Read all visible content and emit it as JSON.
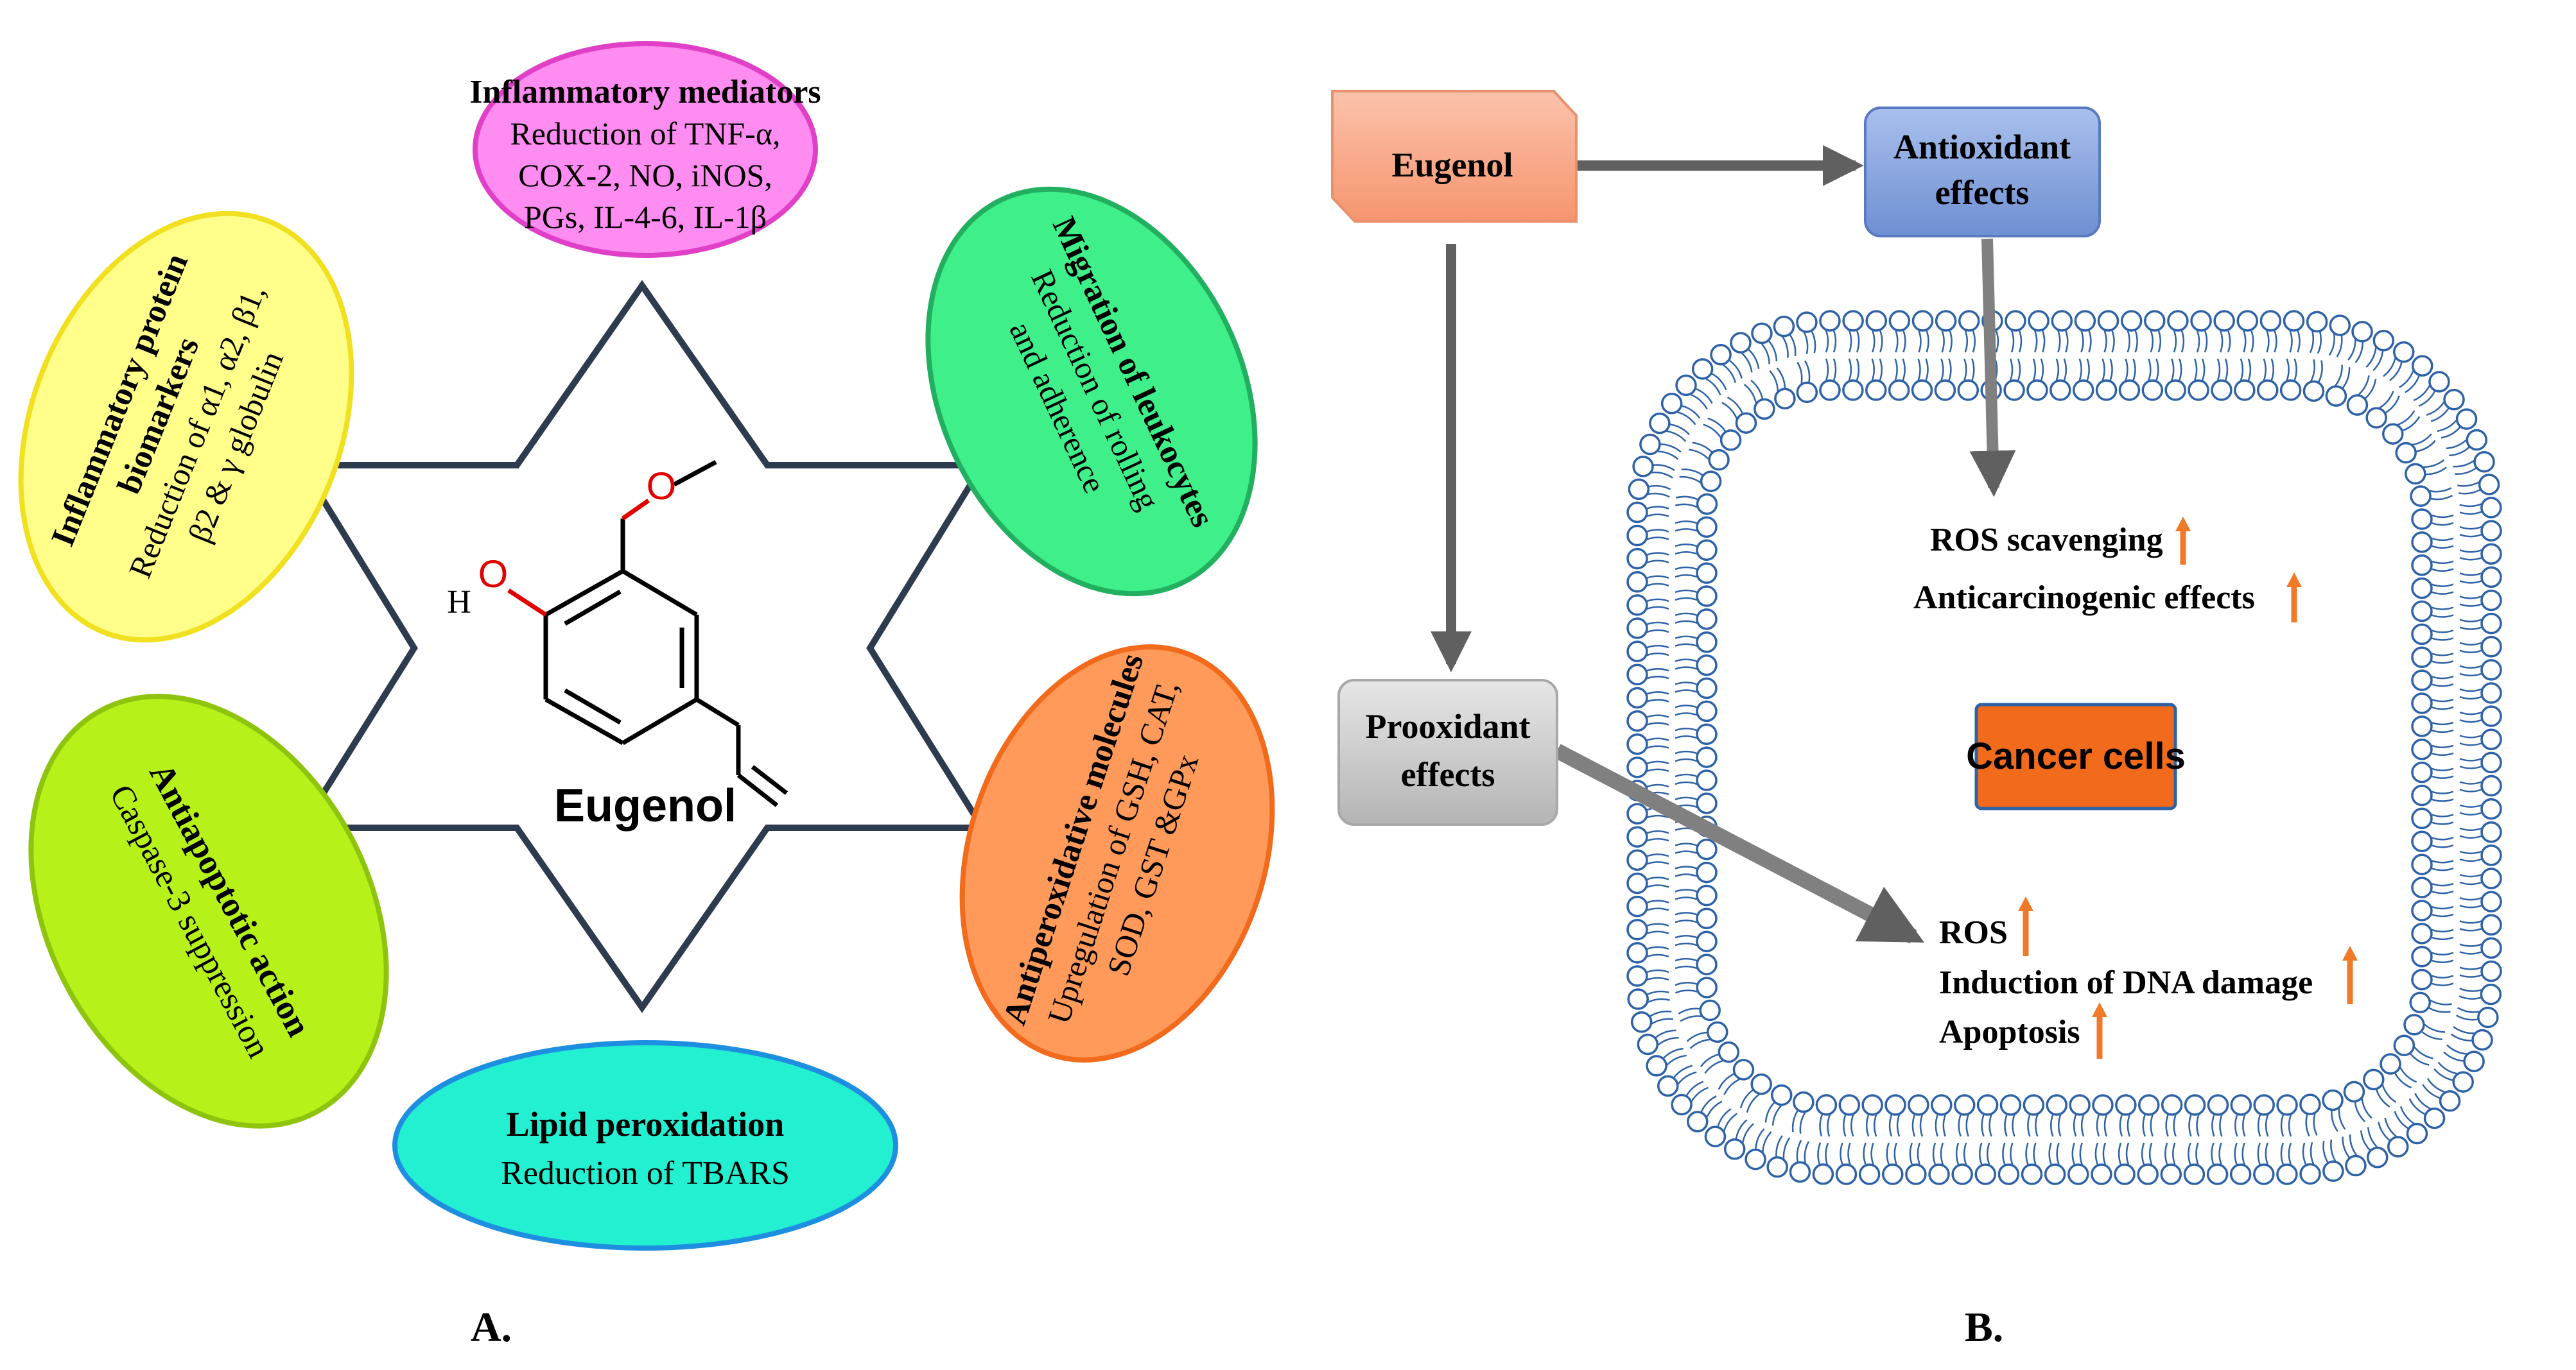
{
  "panel_a": {
    "label": "A.",
    "center": {
      "atom_h": "H",
      "name": "Eugenol"
    },
    "ellipses": [
      {
        "title": "Inflammatory mediators",
        "lines": [
          "Reduction of TNF-α,",
          "COX-2, NO, iNOS,",
          "PGs, IL-4-6, IL-1β"
        ],
        "fill": "#ff8cf0",
        "stroke": "#e040c8"
      },
      {
        "title": "Migration of leukocytes",
        "lines": [
          "Reduction of rolling",
          "and adherence"
        ],
        "fill": "#3ff08a",
        "stroke": "#22b060"
      },
      {
        "title": "Antiperoxidative molecules",
        "lines": [
          "Upregulation of GSH, CAT,",
          "SOD, GST &GPx"
        ],
        "fill": "#ff9a5a",
        "stroke": "#f26a1b"
      },
      {
        "title": "Lipid peroxidation",
        "lines": [
          "Reduction of TBARS"
        ],
        "fill": "#22f0d0",
        "stroke": "#1e8fe0"
      },
      {
        "title": "Antiapoptotic action",
        "lines": [
          "Caspase-3 suppression"
        ],
        "fill": "#b6f21a",
        "stroke": "#8fc40e"
      },
      {
        "title_lines": [
          "Inflammatory protein",
          "biomarkers"
        ],
        "lines": [
          "Reduction of α1, α2, β1,",
          "β2 & γ globulin"
        ],
        "fill": "#ffff8a",
        "stroke": "#f0e020"
      }
    ]
  },
  "panel_b": {
    "label": "B.",
    "eugenol": "Eugenol",
    "antioxidant": [
      "Antioxidant",
      "effects"
    ],
    "prooxidant": [
      "Prooxidant",
      "effects"
    ],
    "cancer": "Cancer cells",
    "upper_effects": [
      "ROS scavenging",
      "Anticarcinogenic effects"
    ],
    "lower_effects": [
      "ROS",
      "Induction of DNA damage",
      "Apoptosis"
    ],
    "colors": {
      "eugenol_fill": "#f9a88a",
      "antioxidant_fill": "#7a9ad8",
      "prooxidant_fill": "#c8c8c8",
      "cancer_fill": "#f26a1b",
      "membrane": "#2e62a6",
      "arrow": "#606060",
      "up_arrow": "#f07a2a"
    }
  }
}
